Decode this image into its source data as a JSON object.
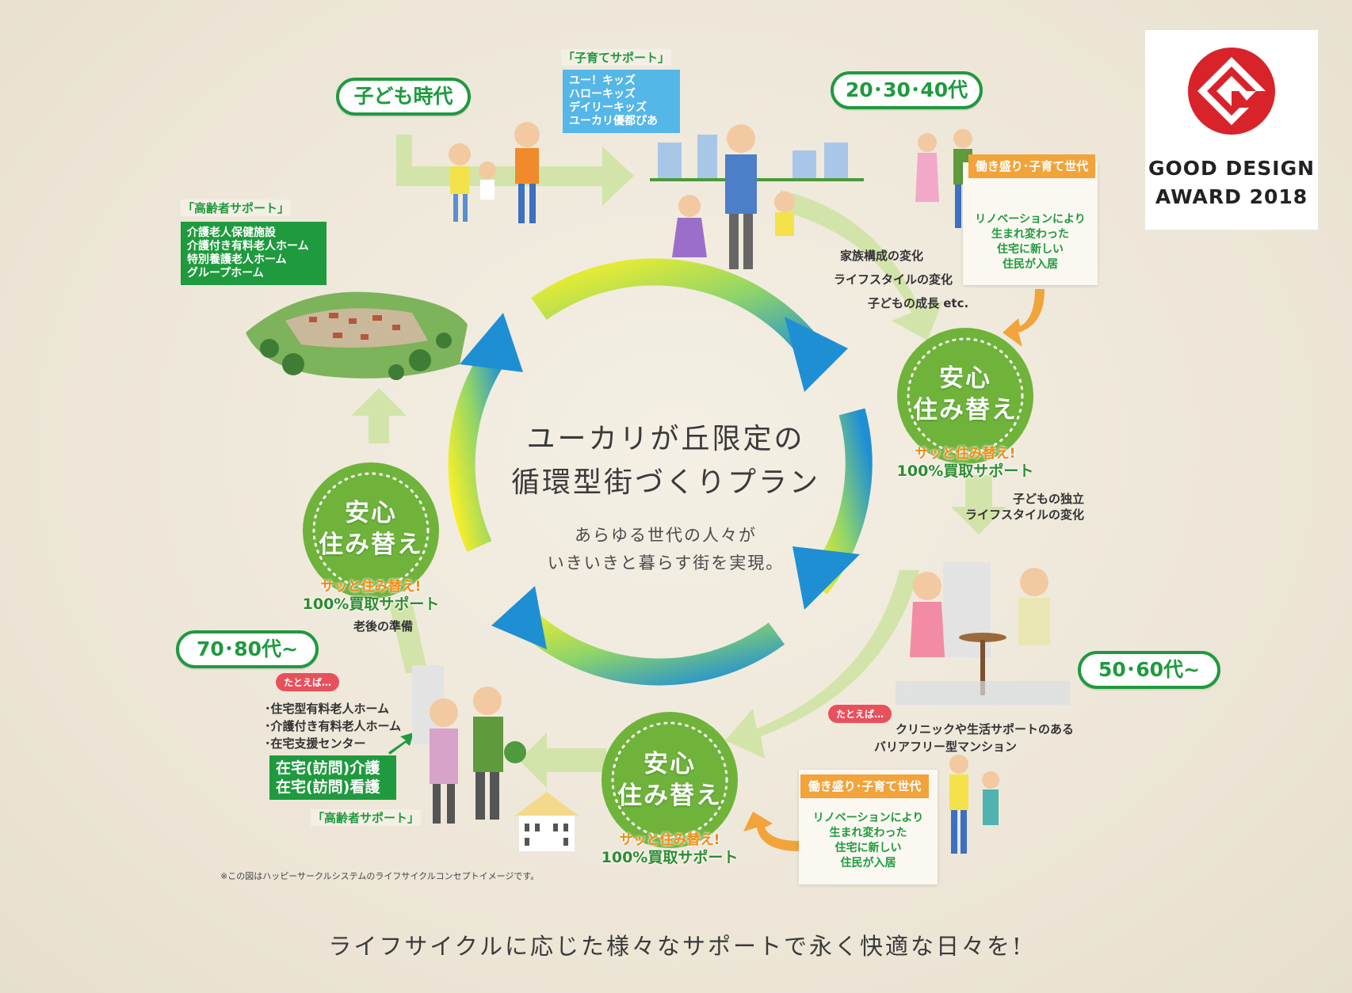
{
  "center": {
    "title_line1": "ユーカリが丘限定の",
    "title_line2": "循環型街づくりプラン",
    "sub_line1": "あらゆる世代の人々が",
    "sub_line2": "いきいきと暮らす街を実現。"
  },
  "stages": {
    "childhood": "子ども時代",
    "age_20_40": "20･30･40代",
    "age_50_60": "50･60代~",
    "age_70_80": "70･80代~"
  },
  "child_support": {
    "bracket": "「子育てサポート」",
    "items": [
      "ユー！キッズ",
      "ハローキッズ",
      "デイリーキッズ",
      "ユーカリ優都ぴあ"
    ]
  },
  "senior_support_top": {
    "bracket": "「高齢者サポート」",
    "items": [
      "介護老人保健施設",
      "介護付き有料老人ホーム",
      "特別養護老人ホーム",
      "グループホーム"
    ]
  },
  "working_top": {
    "tag": "働き盛り･子育て世代",
    "renovation": [
      "リノベーションにより",
      "生まれ変わった",
      "住宅に新しい",
      "住民が入居"
    ]
  },
  "working_bottom": {
    "tag": "働き盛り･子育て世代",
    "renovation": [
      "リノベーションにより",
      "生まれ変わった",
      "住宅に新しい",
      "住民が入居"
    ]
  },
  "changes_top": [
    "家族構成の変化",
    "ライフスタイルの変化",
    "子どもの成長 etc."
  ],
  "changes_right": [
    "子どもの独立",
    "ライフスタイルの変化"
  ],
  "badge": {
    "title_line1": "安心",
    "title_line2": "住み替え",
    "orange": "サッと住み替え!",
    "green": "100%買取サポート"
  },
  "aging_prep": "老後の準備",
  "right_example": {
    "tatoeba": "たとえば…",
    "line1": "クリニックや生活サポートのある",
    "line2": "バリアフリー型マンション"
  },
  "left_example": {
    "tatoeba": "たとえば…",
    "items": [
      "･住宅型有料老人ホーム",
      "･介護付き有料老人ホーム",
      "･在宅支援センター"
    ],
    "care_line1": "在宅(訪問)介護",
    "care_line2": "在宅(訪問)看護",
    "bracket": "「高齢者サポート」"
  },
  "note": "※この図はハッピーサークルシステムのライフサイクルコンセプトイメージです。",
  "award": {
    "line1": "GOOD DESIGN",
    "line2": "AWARD 2018"
  },
  "tagline": "ライフサイクルに応じた様々なサポートで永く快適な日々を!",
  "colors": {
    "green": "#1f9a3e",
    "light_green": "#8fc44a",
    "orange": "#f2a33a",
    "sky_blue": "#55b6e8",
    "yellow": "#f5ef2a",
    "blue": "#1f8fd4",
    "award_red": "#d8232a"
  }
}
